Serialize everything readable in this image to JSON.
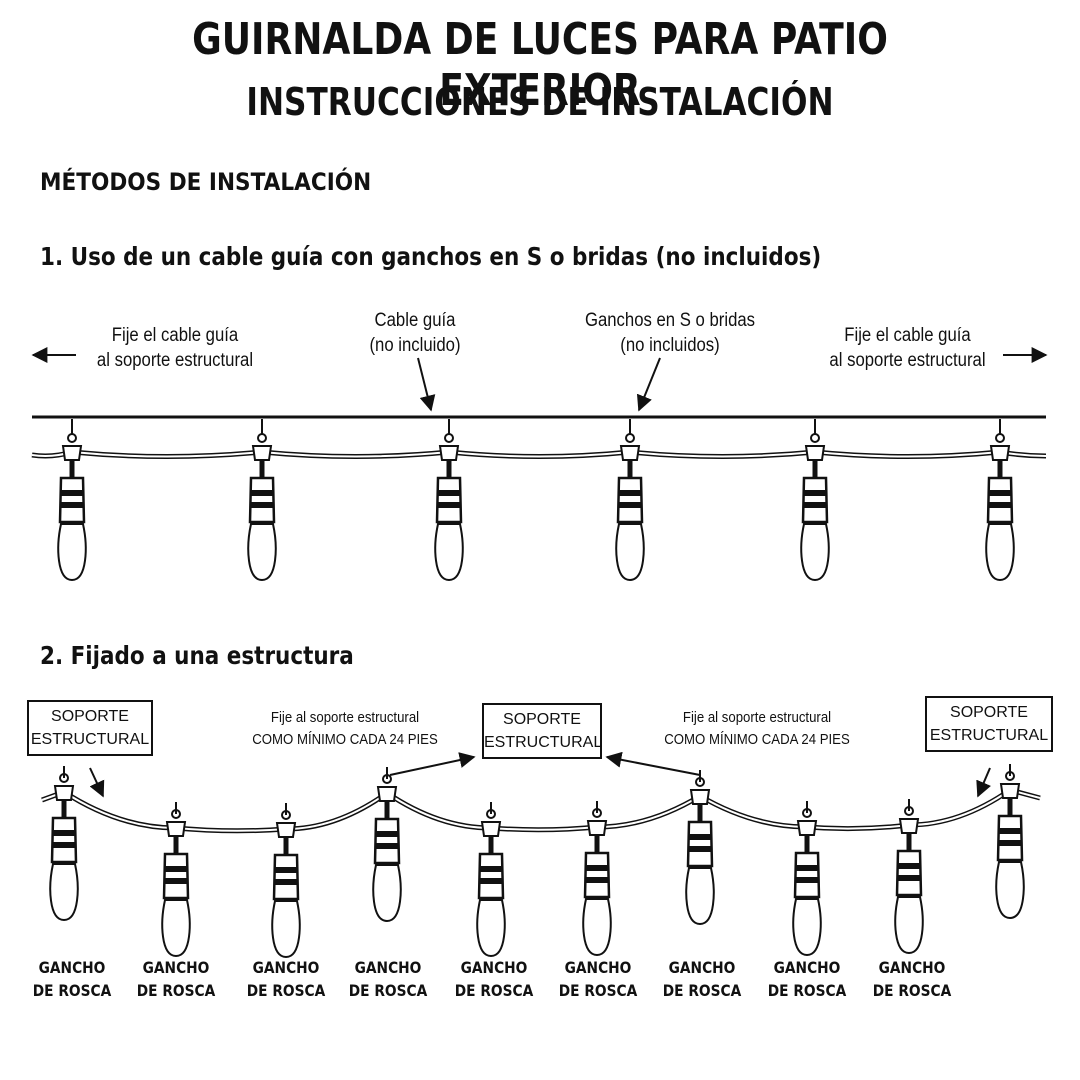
{
  "header": {
    "title": "GUIRNALDA DE LUCES PARA PATIO EXTERIOR",
    "subtitle": "INSTRUCCIONES DE INSTALACIÓN"
  },
  "methods_heading": "MÉTODOS DE INSTALACIÓN",
  "method1": {
    "heading": "1. Uso de un cable guía con ganchos en S o bridas (no incluidos)",
    "label_left": [
      "Fije el cable guía",
      "al soporte estructural"
    ],
    "label_cable": [
      "Cable guía",
      "(no incluido)"
    ],
    "label_hooks": [
      "Ganchos en S o bridas",
      "(no incluidos)"
    ],
    "label_right": [
      "Fije el cable guía",
      "al soporte estructural"
    ],
    "bulb_count": 6
  },
  "method2": {
    "heading": "2. Fijado a una estructura",
    "support_label": [
      "SOPORTE",
      "ESTRUCTURAL"
    ],
    "attach_note": [
      "Fije al soporte estructural",
      "COMO MÍNIMO CADA 24 PIES"
    ],
    "hook_label": [
      "GANCHO",
      "DE ROSCA"
    ],
    "bulb_count": 10,
    "hook_label_count": 9
  }
}
